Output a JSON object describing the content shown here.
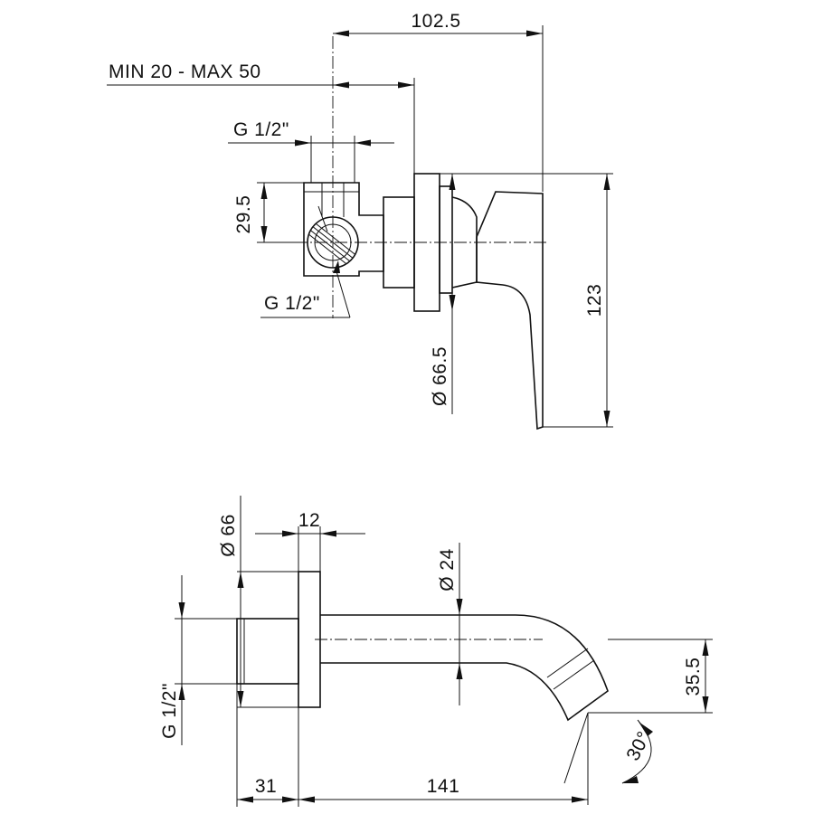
{
  "top_view": {
    "dims": {
      "overall_depth": "102.5",
      "wall_range": "MIN 20 - MAX 50",
      "thread_top": "G 1/2\"",
      "thread_side": "G 1/2\"",
      "inlet_offset": "29.5",
      "plate_diameter": "Ø 66.5",
      "height": "123"
    }
  },
  "spout_view": {
    "dims": {
      "plate_diameter": "Ø 66",
      "plate_thickness": "12",
      "pipe_diameter": "Ø 24",
      "outlet_drop": "35.5",
      "thread": "G 1/2\"",
      "outlet_angle": "30°",
      "body_length": "31",
      "spout_length": "141"
    }
  }
}
